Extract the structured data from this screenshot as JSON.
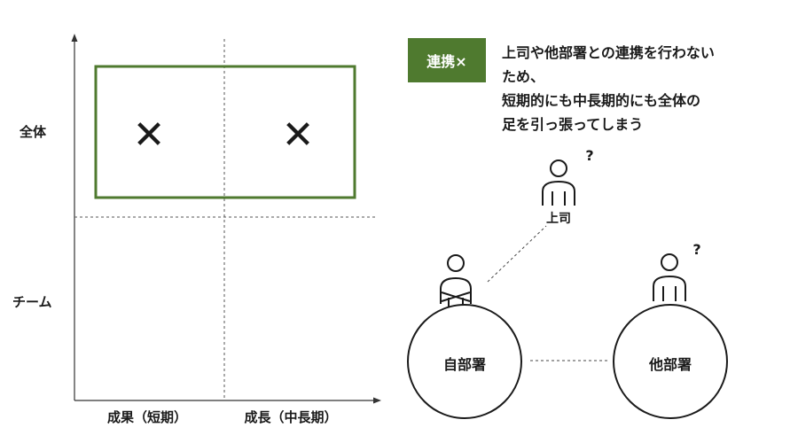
{
  "axes": {
    "y_labels": {
      "top": "全体",
      "bottom": "チーム"
    },
    "x_labels": {
      "left": "成果（短期）",
      "right": "成長（中長期）"
    }
  },
  "matrix": {
    "highlight_color": "#4f7a2f",
    "marks": {
      "top_left": "✕",
      "top_right": "✕"
    }
  },
  "badge": {
    "label": "連携×",
    "color": "#4f7a2f"
  },
  "description": {
    "lines": [
      "上司や他部署との連携を行わない",
      "ため、",
      "短期的にも中長期的にも全体の",
      "足を引っ張ってしまう"
    ]
  },
  "people": {
    "boss": {
      "label": "上司",
      "mark": "?"
    },
    "other": {
      "mark": "?"
    }
  },
  "circles": {
    "own_dept": "自部署",
    "other_dept": "他部署"
  }
}
